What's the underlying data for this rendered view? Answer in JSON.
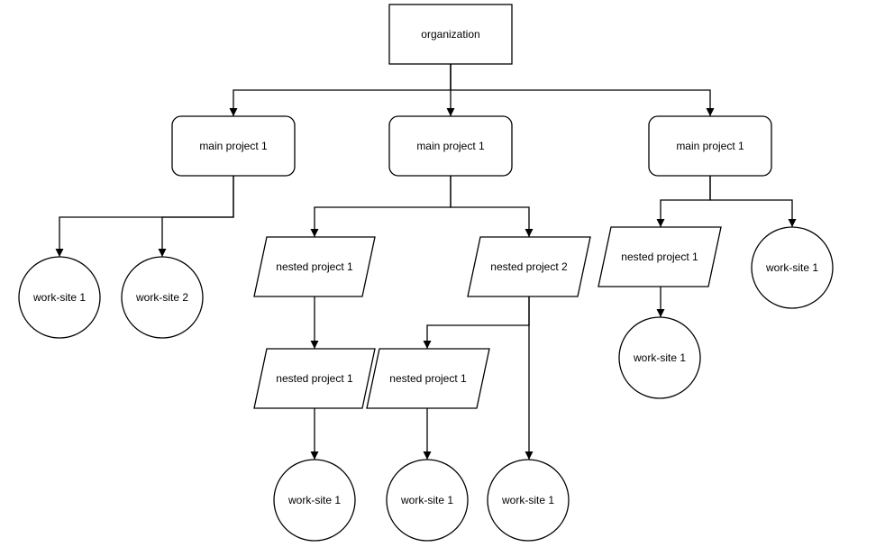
{
  "colors": {
    "stroke": "#000000",
    "fill": "#ffffff",
    "text": "#000000",
    "background": "#ffffff"
  },
  "nodes": [
    {
      "id": "organization",
      "shape": "rect",
      "label": "organization"
    },
    {
      "id": "main-1",
      "shape": "rounded-rect",
      "label": "main project 1"
    },
    {
      "id": "main-2",
      "shape": "rounded-rect",
      "label": "main project 1"
    },
    {
      "id": "main-3",
      "shape": "rounded-rect",
      "label": "main project 1"
    },
    {
      "id": "ws-a",
      "shape": "circle",
      "label": "work-site 1"
    },
    {
      "id": "ws-b",
      "shape": "circle",
      "label": "work-site 2"
    },
    {
      "id": "np-a",
      "shape": "parallelogram",
      "label": "nested project 1"
    },
    {
      "id": "np-b",
      "shape": "parallelogram",
      "label": "nested project 2"
    },
    {
      "id": "np-c",
      "shape": "parallelogram",
      "label": "nested project 1"
    },
    {
      "id": "np-d",
      "shape": "parallelogram",
      "label": "nested project 1"
    },
    {
      "id": "np-e",
      "shape": "parallelogram",
      "label": "nested project 1"
    },
    {
      "id": "ws-c",
      "shape": "circle",
      "label": "work-site 1"
    },
    {
      "id": "ws-d",
      "shape": "circle",
      "label": "work-site 1"
    },
    {
      "id": "ws-e",
      "shape": "circle",
      "label": "work-site 1"
    },
    {
      "id": "ws-f",
      "shape": "circle",
      "label": "work-site 1"
    },
    {
      "id": "ws-g",
      "shape": "circle",
      "label": "work-site 1"
    }
  ],
  "edges": [
    {
      "from": "organization",
      "to": "main-1"
    },
    {
      "from": "organization",
      "to": "main-2"
    },
    {
      "from": "organization",
      "to": "main-3"
    },
    {
      "from": "main-1",
      "to": "ws-a"
    },
    {
      "from": "main-1",
      "to": "ws-b"
    },
    {
      "from": "main-2",
      "to": "np-a"
    },
    {
      "from": "main-2",
      "to": "np-b"
    },
    {
      "from": "np-a",
      "to": "np-c"
    },
    {
      "from": "np-c",
      "to": "ws-c"
    },
    {
      "from": "np-b",
      "to": "np-d"
    },
    {
      "from": "np-b",
      "to": "ws-e"
    },
    {
      "from": "np-d",
      "to": "ws-d"
    },
    {
      "from": "main-3",
      "to": "np-e"
    },
    {
      "from": "main-3",
      "to": "ws-g"
    },
    {
      "from": "np-e",
      "to": "ws-f"
    }
  ]
}
